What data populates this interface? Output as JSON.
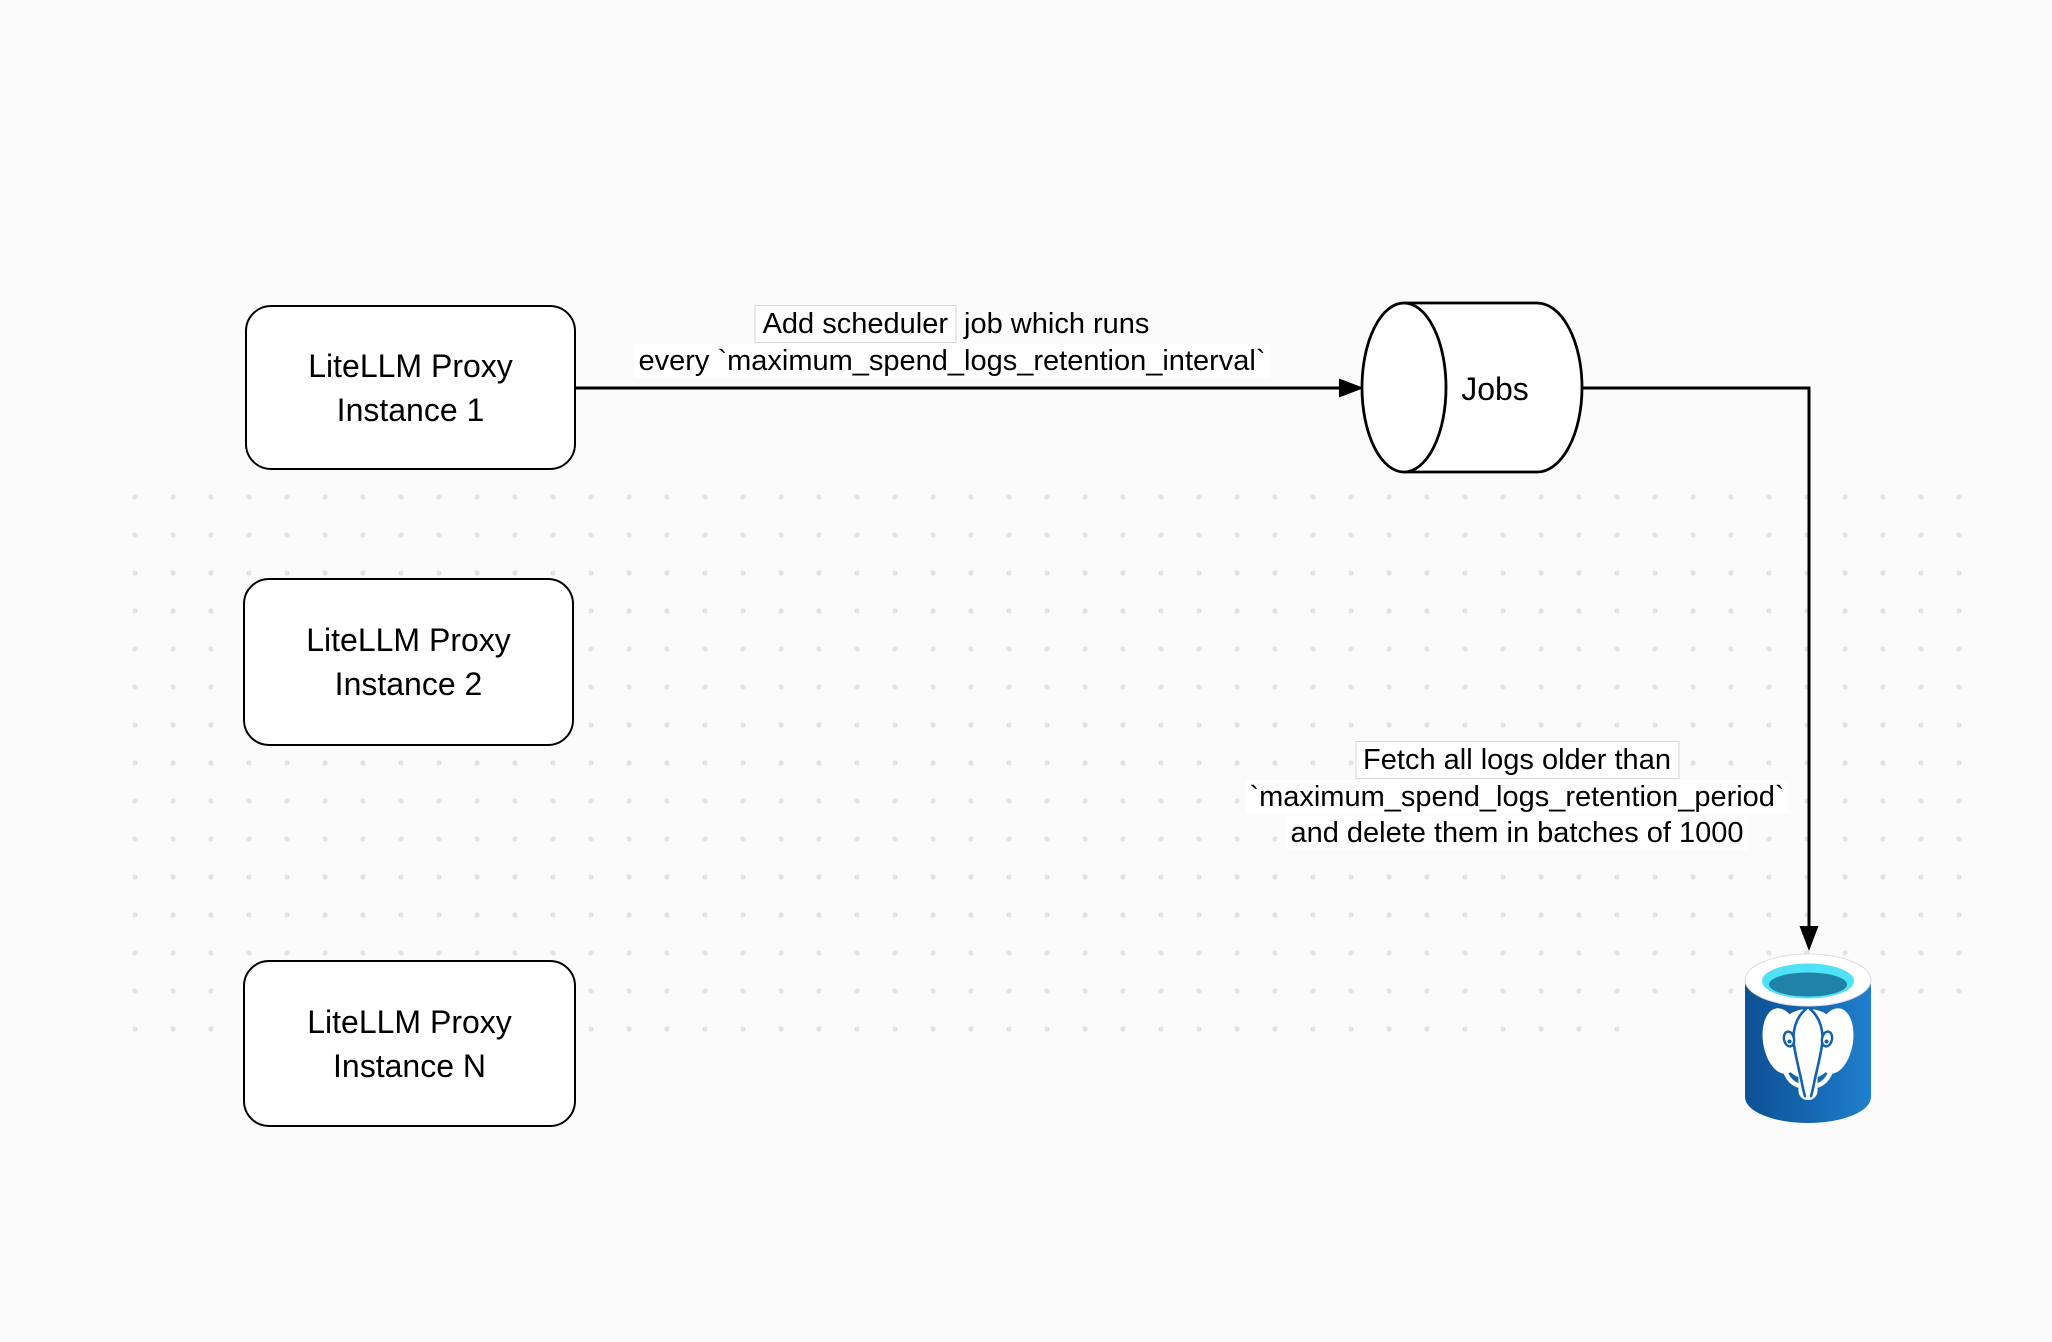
{
  "title": "LiteLLM spend logs cleanup scheduler diagram",
  "nodes": {
    "instance1": {
      "line1": "LiteLLM Proxy",
      "line2": "Instance 1"
    },
    "instance2": {
      "line1": "LiteLLM Proxy",
      "line2": "Instance 2"
    },
    "instanceN": {
      "line1": "LiteLLM Proxy",
      "line2": "Instance N"
    },
    "jobs": {
      "label": "Jobs"
    },
    "postgres": {
      "icon": "postgresql-database-icon"
    }
  },
  "edges": {
    "scheduler_job": {
      "label_boxed": "Add scheduler",
      "label_rest": " job which runs",
      "line2": "every `maximum_spend_logs_retention_interval`"
    },
    "fetch_delete": {
      "line1": "Fetch all logs older than",
      "line2": "`maximum_spend_logs_retention_period`",
      "line3": "and delete them in batches of 1000"
    }
  },
  "colors": {
    "canvas_bg": "#fbfbfb",
    "grid_dot": "#e3e3e3",
    "shape_stroke": "#000000",
    "shape_fill": "#ffffff",
    "postgres_blue_dark": "#0d5094",
    "postgres_blue_light": "#2080cf",
    "postgres_cyan": "#4fe1f6",
    "postgres_teal": "#1f82a6"
  }
}
